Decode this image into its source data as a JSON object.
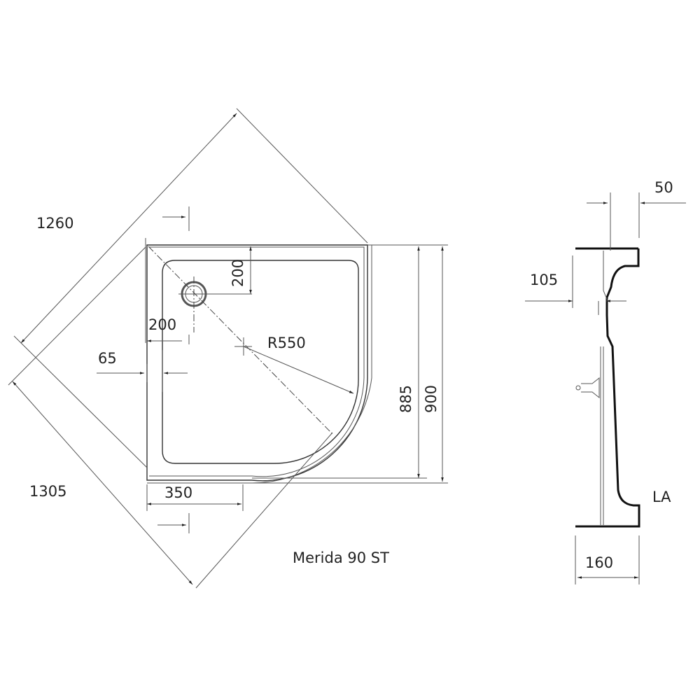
{
  "title": "Merida 90 ST",
  "plan_view": {
    "dim_diagonal_top": "1260",
    "dim_diagonal_bottom": "1305",
    "dim_drain_from_top": "200",
    "dim_drain_from_left": "200",
    "dim_rim_width": "65",
    "dim_radius": "R550",
    "dim_inner_height": "885",
    "dim_outer_height": "900",
    "dim_bottom_offset": "350"
  },
  "section_view": {
    "dim_top": "50",
    "dim_depth": "105",
    "dim_bottom": "160",
    "label": "LA"
  }
}
